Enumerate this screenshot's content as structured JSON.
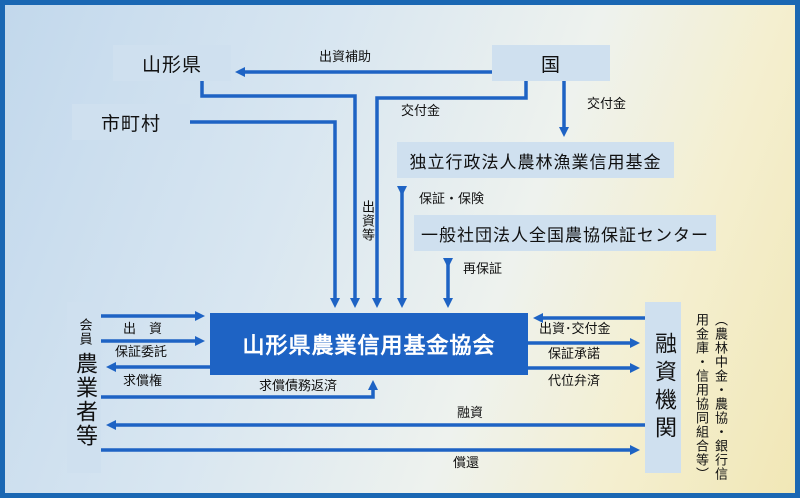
{
  "nodes": {
    "yamagata_pref": "山形県",
    "country": "国",
    "municipalities": "市町村",
    "jfc_fund": "独立行政法人農林漁業信用基金",
    "guarantee_center": "一般社団法人全国農協保証センター",
    "association": "山形県農業信用基金協会",
    "member_label": "会員",
    "farmers": "農業者等",
    "financial_inst": "融資機関",
    "financial_inst_note": "（農林中金・農協・銀行信用金庫・信用協同組合等）"
  },
  "labels": {
    "subsidy": "出資補助",
    "grant_right": "交付金",
    "grant_mid": "交付金",
    "investment_etc": "出資等",
    "guarantee_insurance": "保証・保険",
    "reguarantee": "再保証",
    "farmer_invest": "出　資",
    "guarantee_request": "保証委託",
    "claim_right": "求償権",
    "claim_repay": "求償債務返済",
    "fi_invest_grant": "出資･交付金",
    "guarantee_approval": "保証承諾",
    "subrogation": "代位弁済",
    "loan": "融資",
    "repayment": "償還"
  },
  "colors": {
    "arrow": "#1e63c4",
    "association_fill": "#1e63c4",
    "box_fill": "#cfe0ef"
  }
}
